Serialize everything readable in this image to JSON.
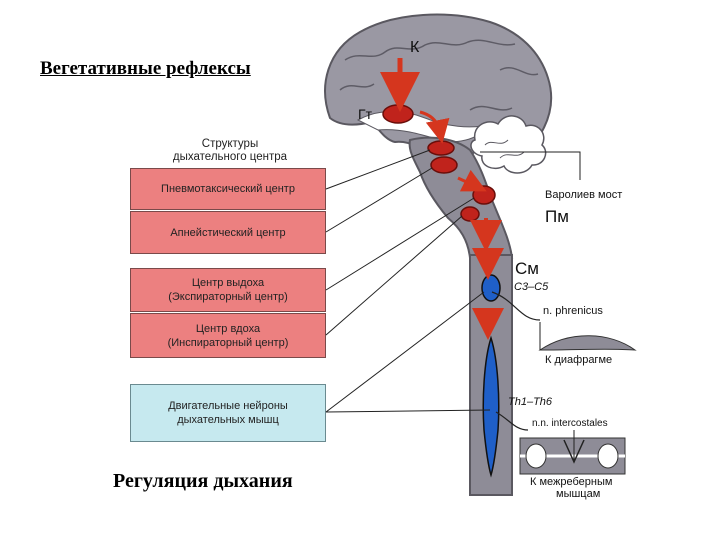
{
  "titles": {
    "top": "Вегетативные рефлексы",
    "bottom": "Регуляция дыхания"
  },
  "structures": {
    "heading_line1": "Структуры",
    "heading_line2": "дыхательного центра",
    "boxes": [
      {
        "line1": "Пневмотаксический центр",
        "line2": ""
      },
      {
        "line1": "Апнейстический центр",
        "line2": ""
      },
      {
        "line1": "Центр выдоха",
        "line2": "(Экспираторный центр)"
      },
      {
        "line1": "Центр вдоха",
        "line2": "(Инспираторный центр)"
      },
      {
        "line1": "Двигательные нейроны",
        "line2": "дыхательных мышц"
      }
    ]
  },
  "brain_labels": {
    "cortex": "К",
    "hypothalamus": "Гт",
    "pons_caption": "Варолиев мост",
    "pons": "Пм",
    "medulla": "См",
    "cervical": "C3–C5",
    "thoracic": "Th1–Th6",
    "phrenic_nerve": "n. phrenicus",
    "to_diaphragm": "К диафрагме",
    "intercostal_nerves": "n.n. intercostales",
    "to_intercostal_line1": "К межреберным",
    "to_intercostal_line2": "мышцам"
  },
  "colors": {
    "pink_box": "#ec8080",
    "cyan_box": "#c6e9ef",
    "brain_gray": "#8b8b96",
    "nucleus_red": "#c0231c",
    "cord_blue": "#1f5fc8"
  }
}
